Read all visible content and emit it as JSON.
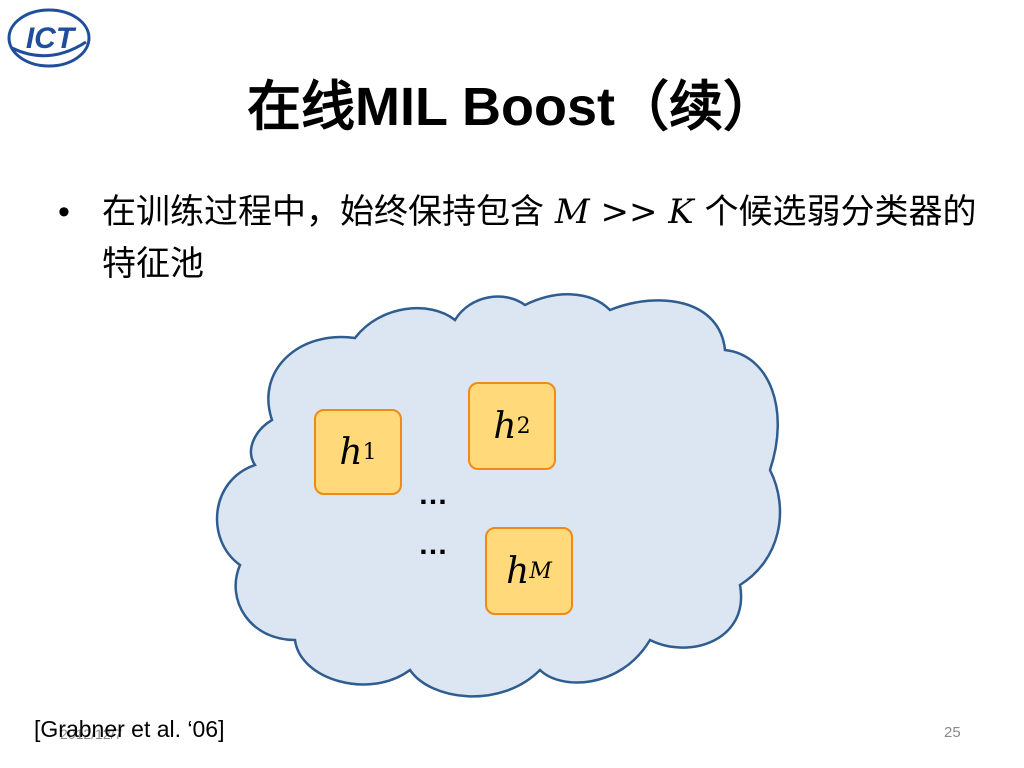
{
  "logo": {
    "text": "ICT",
    "color": "#1f4e9c"
  },
  "title": "在线MIL Boost（续）",
  "bullet": {
    "marker": "•",
    "text_before": "在训练过程中，始终保持包含",
    "math_M": "M",
    "math_op": ">>",
    "math_K": "K",
    "text_after": "个候选弱分类器的特征池"
  },
  "pool": {
    "cloud_fill": "#dce6f2",
    "cloud_stroke": "#2f5d8f",
    "h_fill": "#ffd97a",
    "h_stroke": "#ef8a17",
    "h1": {
      "base": "h",
      "sub": "1"
    },
    "h2": {
      "base": "h",
      "sub": "2"
    },
    "hM": {
      "base": "h",
      "sub": "M"
    },
    "ellipsis_1": "…",
    "ellipsis_2": "…"
  },
  "footer": {
    "citation": "[Grabner et al. ‘06]",
    "date": "2012/12/7",
    "page_number": "25"
  }
}
